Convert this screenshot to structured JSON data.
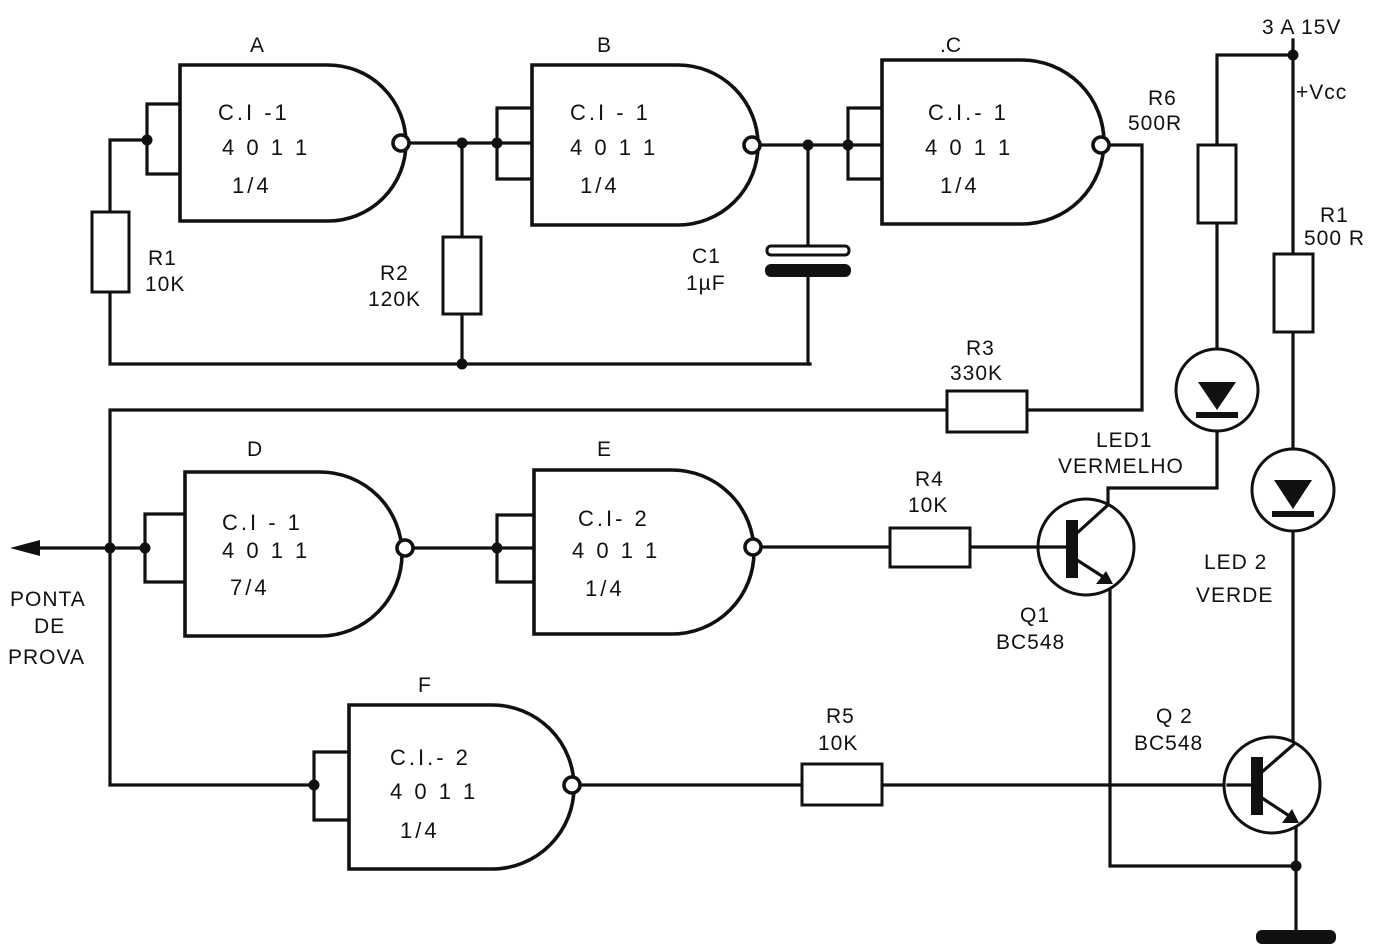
{
  "gates": {
    "a": {
      "name": "A",
      "ic": "C.I -1",
      "chip": "4 0 1 1",
      "part": "1/4"
    },
    "b": {
      "name": "B",
      "ic": "C.I - 1",
      "chip": "4 0 1 1",
      "part": "1/4"
    },
    "c": {
      "name": ".C",
      "ic": "C.I.- 1",
      "chip": "4 0 1 1",
      "part": "1/4"
    },
    "d": {
      "name": "D",
      "ic": "C.I - 1",
      "chip": "4 0 1 1",
      "part": "7/4"
    },
    "e": {
      "name": "E",
      "ic": "C.I- 2",
      "chip": "4 0 1 1",
      "part": "1/4"
    },
    "f": {
      "name": "F",
      "ic": "C.I.- 2",
      "chip": "4 0 1 1",
      "part": "1/4"
    }
  },
  "resistors": {
    "r1a": {
      "name": "R1",
      "value": "10K"
    },
    "r2": {
      "name": "R2",
      "value": "120K"
    },
    "r3": {
      "name": "R3",
      "value": "330K"
    },
    "r4": {
      "name": "R4",
      "value": "10K"
    },
    "r5": {
      "name": "R5",
      "value": "10K"
    },
    "r6": {
      "name": "R6",
      "value": "500R"
    },
    "r1b": {
      "name": "R1",
      "value": "500 R"
    }
  },
  "capacitor": {
    "name": "C1",
    "value": "1µF"
  },
  "leds": {
    "led1": {
      "name": "LED1",
      "color": "VERMELHO"
    },
    "led2": {
      "name": "LED 2",
      "color": "VERDE"
    }
  },
  "transistors": {
    "q1": {
      "name": "Q1",
      "part": "BC548"
    },
    "q2": {
      "name": "Q 2",
      "part": "BC548"
    }
  },
  "supply": {
    "voltage": "3 A 15V",
    "rail": "+Vcc"
  },
  "probe": {
    "line1": "PONTA",
    "line2": "DE",
    "line3": "PROVA"
  }
}
